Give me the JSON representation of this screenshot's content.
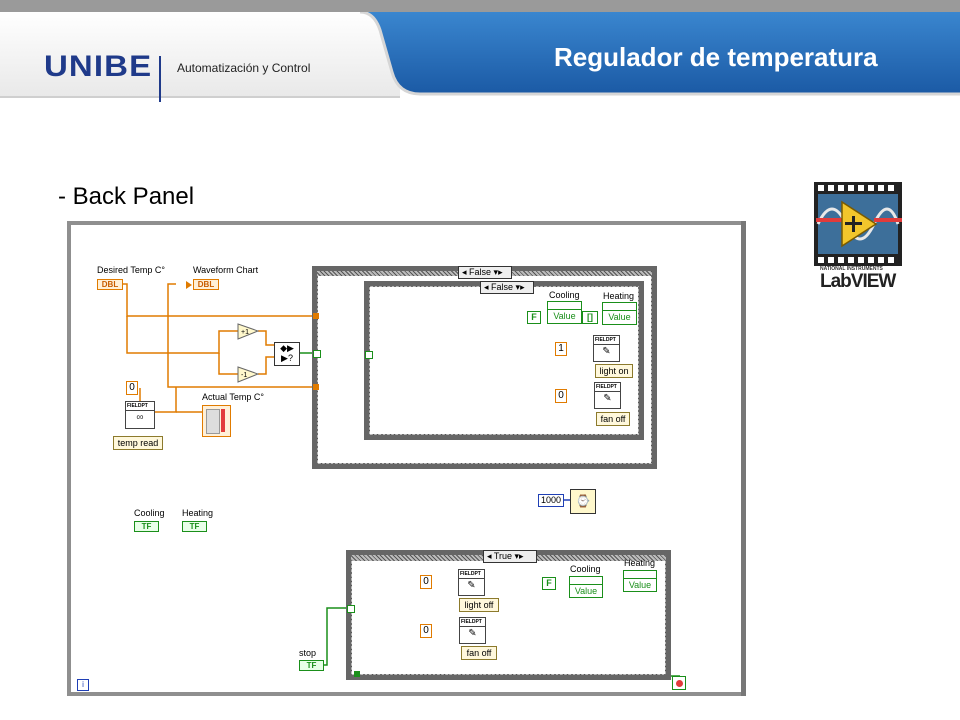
{
  "header": {
    "logo": "UNIBE",
    "subtitle": "Automatización y Control",
    "title": "Regulador de temperatura"
  },
  "section_heading": "- Back Panel",
  "logo_badge": {
    "line1": "NATIONAL INSTRUMENTS",
    "line2": "LabVIEW"
  },
  "diagram": {
    "desired_label": "Desired Temp C°",
    "desired_terminal": "DBL",
    "waveform_label": "Waveform Chart",
    "waveform_terminal": "DBL",
    "zero_const": "0",
    "actual_label": "Actual Temp C°",
    "fieldpoint_tag": "FIELDPT",
    "temp_read_label": "temp read",
    "add_symbol": "+1",
    "sub_symbol": "-1",
    "compare_symbol": ">",
    "outer_case_selector": "False",
    "inner_case_selector": "False",
    "inner_cooling_label": "Cooling",
    "inner_heating_label": "Heating",
    "inner_const_F": "F",
    "inner_const_array": "[]",
    "value_label": "Value",
    "const_one": "1",
    "light_on_label": "light on",
    "const_zero_fan": "0",
    "fan_off_label": "fan off",
    "wait_const": "1000",
    "cooling_label": "Cooling",
    "heating_label": "Heating",
    "tf": "TF",
    "bottom_case_selector": "True",
    "bottom_zero_a": "0",
    "light_off_label": "light off",
    "bottom_zero_b": "0",
    "bottom_fan_off_label": "fan off",
    "bottom_const_F": "F",
    "bottom_cooling_label": "Cooling",
    "bottom_heating_label": "Heating",
    "stop_label": "stop",
    "info_icon": "i"
  },
  "colors": {
    "header_blue": "#1f5fa8",
    "title_white": "#ffffff",
    "dbl_orange": "#e07b00",
    "bool_green": "#1a8f1a",
    "i32_blue": "#1f3fb5"
  }
}
